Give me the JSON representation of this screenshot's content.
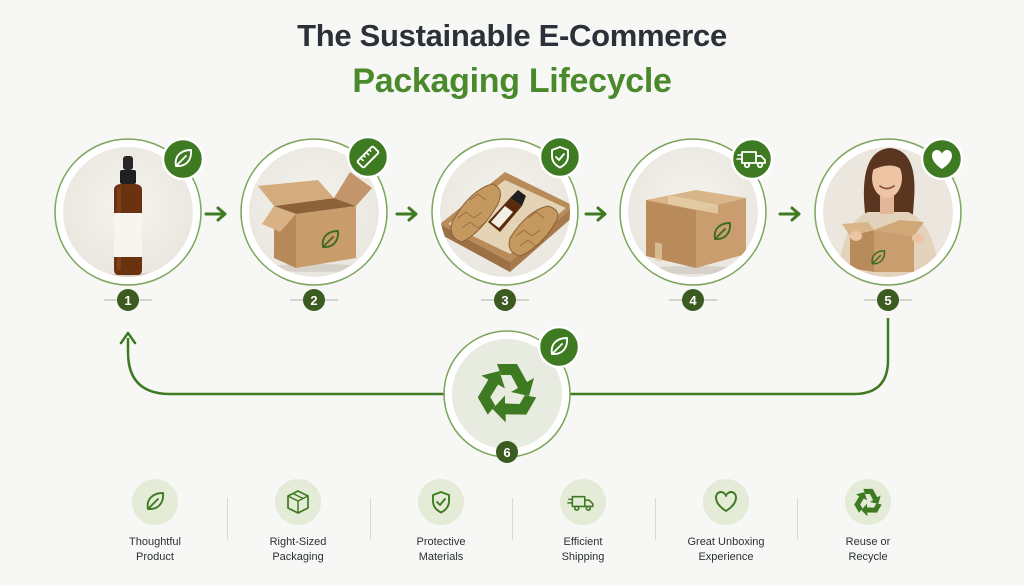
{
  "title": {
    "line1": "The Sustainable E-Commerce",
    "line2": "Packaging Lifecycle"
  },
  "colors": {
    "primary": "#3d7a21",
    "light_green": "#e4ebd7",
    "dark_text": "#2b3138",
    "background": "#f7f7f5"
  },
  "steps": [
    {
      "number": "1",
      "image": "amber-dropper-bottle",
      "badge_icon": "leaf-icon"
    },
    {
      "number": "2",
      "image": "open-cardboard-box",
      "badge_icon": "ruler-icon"
    },
    {
      "number": "3",
      "image": "box-with-honeycomb-paper-wrap",
      "badge_icon": "shield-check-icon"
    },
    {
      "number": "4",
      "image": "sealed-cardboard-box",
      "badge_icon": "truck-icon"
    },
    {
      "number": "5",
      "image": "woman-unboxing",
      "badge_icon": "heart-icon"
    },
    {
      "number": "6",
      "image": "recycle-symbol",
      "badge_icon": "leaf-icon"
    }
  ],
  "legend": [
    {
      "line1": "Thoughtful",
      "line2": "Product",
      "icon": "leaf-icon"
    },
    {
      "line1": "Right-Sized",
      "line2": "Packaging",
      "icon": "box-icon"
    },
    {
      "line1": "Protective",
      "line2": "Materials",
      "icon": "shield-check-icon"
    },
    {
      "line1": "Efficient",
      "line2": "Shipping",
      "icon": "truck-icon"
    },
    {
      "line1": "Great Unboxing",
      "line2": "Experience",
      "icon": "heart-icon"
    },
    {
      "line1": "Reuse or",
      "line2": "Recycle",
      "icon": "recycle-icon"
    }
  ]
}
